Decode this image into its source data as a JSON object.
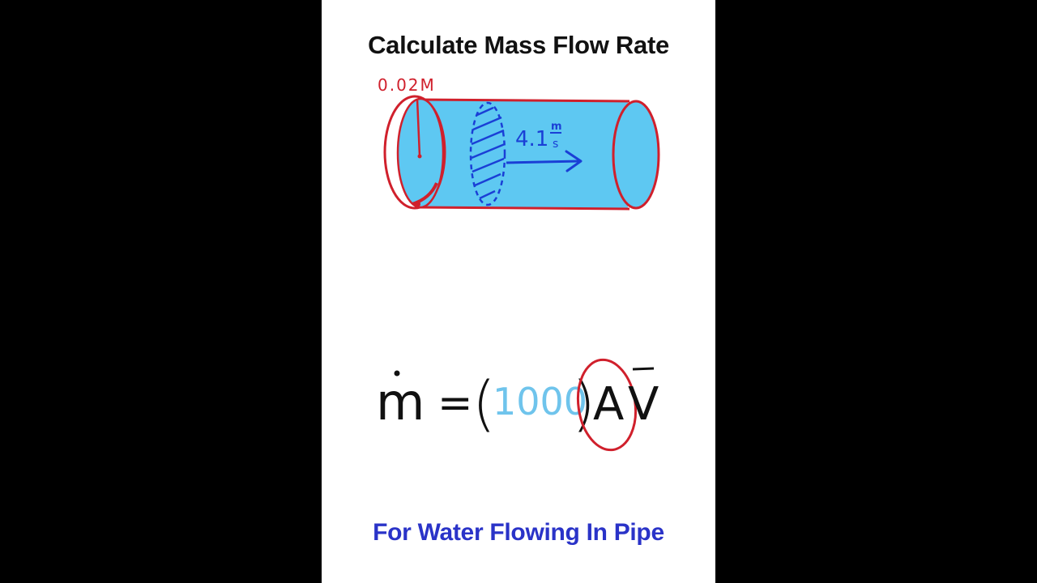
{
  "title": "Calculate Mass Flow Rate",
  "subtitle": "For Water Flowing In Pipe",
  "diagram": {
    "diameter_label": "0.02M",
    "velocity_value": "4.1",
    "velocity_unit_numerator": "m",
    "velocity_unit_denominator": "s"
  },
  "equation": {
    "lhs": "m",
    "equals": "=",
    "open_paren": "(",
    "density": "1000",
    "close_paren": ")",
    "area": "A",
    "velocity": "V"
  },
  "colors": {
    "background": "#000000",
    "panel": "#ffffff",
    "pipe_fill": "#5ec8f2",
    "pipe_outline": "#d0202c",
    "flow_blue": "#1a3fd6",
    "density_blue": "#6fc4ec",
    "subtitle_blue": "#2a33c8",
    "ink": "#111111"
  }
}
